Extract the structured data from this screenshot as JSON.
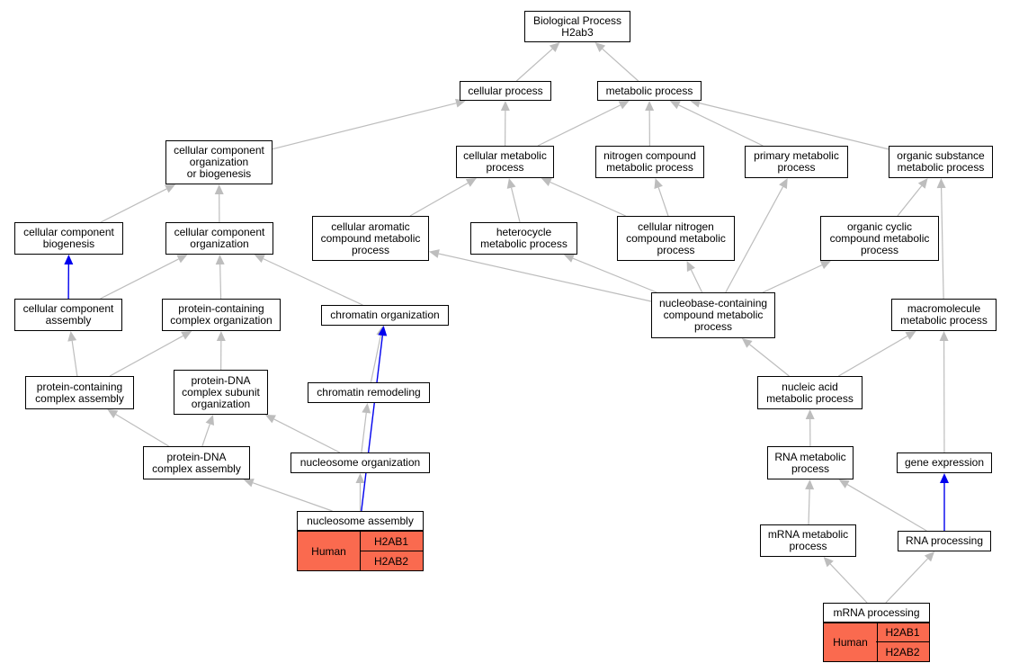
{
  "colors": {
    "edge_gray": "#bdbdbd",
    "edge_blue": "#0000ee",
    "annot_fill": "#fa6a4f"
  },
  "nodes": {
    "bp": "Biological Process\nH2ab3",
    "cellular_process": "cellular process",
    "metabolic_process": "metabolic process",
    "ccob": "cellular component\norganization\nor biogenesis",
    "cell_met": "cellular metabolic\nprocess",
    "nitrogen_comp": "nitrogen compound\nmetabolic process",
    "primary_met": "primary metabolic\nprocess",
    "organic_subst": "organic substance\nmetabolic process",
    "cc_biogenesis": "cellular component\nbiogenesis",
    "cc_org": "cellular component\norganization",
    "cell_arom": "cellular aromatic\ncompound metabolic\nprocess",
    "heterocycle": "heterocycle\nmetabolic process",
    "cell_nitrogen": "cellular nitrogen\ncompound metabolic\nprocess",
    "org_cyclic": "organic cyclic\ncompound metabolic\nprocess",
    "cc_assembly": "cellular component\nassembly",
    "pc_org": "protein-containing\ncomplex organization",
    "chrom_org": "chromatin organization",
    "nucleobase": "nucleobase-containing\ncompound metabolic\nprocess",
    "macromol": "macromolecule\nmetabolic process",
    "pc_assembly": "protein-containing\ncomplex assembly",
    "pdna_sub": "protein-DNA\ncomplex subunit\norganization",
    "chrom_remod": "chromatin remodeling",
    "nucleic": "nucleic acid\nmetabolic process",
    "pdna_asm": "protein-DNA\ncomplex assembly",
    "nucleosome_org": "nucleosome organization",
    "rna_met": "RNA metabolic\nprocess",
    "gene_expr": "gene expression",
    "nucleosome_asm": "nucleosome assembly",
    "mrna_met": "mRNA metabolic\nprocess",
    "rna_proc": "RNA processing",
    "mrna_proc": "mRNA processing"
  },
  "annotations": [
    {
      "species": "Human",
      "genes": [
        "H2AB1",
        "H2AB2"
      ]
    },
    {
      "species": "Human",
      "genes": [
        "H2AB1",
        "H2AB2"
      ]
    }
  ],
  "edges": [
    [
      "cellular_process",
      "bp",
      "gray"
    ],
    [
      "metabolic_process",
      "bp",
      "gray"
    ],
    [
      "ccob",
      "cellular_process",
      "gray"
    ],
    [
      "cell_met",
      "cellular_process",
      "gray"
    ],
    [
      "cell_met",
      "metabolic_process",
      "gray"
    ],
    [
      "nitrogen_comp",
      "metabolic_process",
      "gray"
    ],
    [
      "primary_met",
      "metabolic_process",
      "gray"
    ],
    [
      "organic_subst",
      "metabolic_process",
      "gray"
    ],
    [
      "cc_biogenesis",
      "ccob",
      "gray"
    ],
    [
      "cc_org",
      "ccob",
      "gray"
    ],
    [
      "cell_arom",
      "cell_met",
      "gray"
    ],
    [
      "heterocycle",
      "cell_met",
      "gray"
    ],
    [
      "cell_nitrogen",
      "cell_met",
      "gray"
    ],
    [
      "cell_nitrogen",
      "nitrogen_comp",
      "gray"
    ],
    [
      "org_cyclic",
      "organic_subst",
      "gray"
    ],
    [
      "cc_assembly",
      "cc_biogenesis",
      "blue"
    ],
    [
      "cc_assembly",
      "cc_org",
      "gray"
    ],
    [
      "pc_org",
      "cc_org",
      "gray"
    ],
    [
      "chrom_org",
      "cc_org",
      "gray"
    ],
    [
      "nucleobase",
      "cell_arom",
      "gray"
    ],
    [
      "nucleobase",
      "heterocycle",
      "gray"
    ],
    [
      "nucleobase",
      "cell_nitrogen",
      "gray"
    ],
    [
      "nucleobase",
      "org_cyclic",
      "gray"
    ],
    [
      "nucleobase",
      "primary_met",
      "gray"
    ],
    [
      "macromol",
      "organic_subst",
      "gray"
    ],
    [
      "pc_assembly",
      "cc_assembly",
      "gray"
    ],
    [
      "pc_assembly",
      "pc_org",
      "gray"
    ],
    [
      "pdna_sub",
      "pc_org",
      "gray"
    ],
    [
      "chrom_remod",
      "chrom_org",
      "gray"
    ],
    [
      "nucleic",
      "nucleobase",
      "gray"
    ],
    [
      "nucleic",
      "macromol",
      "gray"
    ],
    [
      "pdna_asm",
      "pc_assembly",
      "gray"
    ],
    [
      "pdna_asm",
      "pdna_sub",
      "gray"
    ],
    [
      "nucleosome_org",
      "pdna_sub",
      "gray"
    ],
    [
      "nucleosome_org",
      "chrom_remod",
      "gray"
    ],
    [
      "rna_met",
      "nucleic",
      "gray"
    ],
    [
      "gene_expr",
      "macromol",
      "gray"
    ],
    [
      "nucleosome_asm",
      "pdna_asm",
      "gray"
    ],
    [
      "nucleosome_asm",
      "nucleosome_org",
      "gray"
    ],
    [
      "nucleosome_asm",
      "chrom_org",
      "blue"
    ],
    [
      "mrna_met",
      "rna_met",
      "gray"
    ],
    [
      "rna_proc",
      "rna_met",
      "gray"
    ],
    [
      "rna_proc",
      "gene_expr",
      "blue"
    ],
    [
      "mrna_proc",
      "mrna_met",
      "gray"
    ],
    [
      "mrna_proc",
      "rna_proc",
      "gray"
    ]
  ]
}
